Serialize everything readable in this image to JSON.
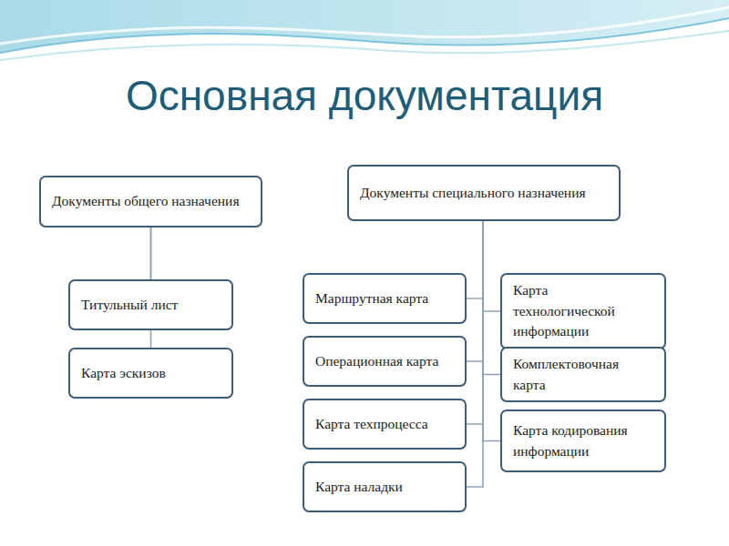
{
  "diagram": {
    "title": "Основная документация",
    "nodes": [
      {
        "text": [
          "Документы общего назначения"
        ]
      },
      {
        "text": [
          "Титульный лист"
        ]
      },
      {
        "text": [
          "Карта эскизов"
        ]
      },
      {
        "text": [
          "Документы специального назначения"
        ]
      },
      {
        "text": [
          "Маршрутная карта"
        ]
      },
      {
        "text": [
          "Операционная карта"
        ]
      },
      {
        "text": [
          "Карта техпроцесса"
        ]
      },
      {
        "text": [
          "Карта наладки"
        ]
      },
      {
        "text": [
          "Карта технологической информации"
        ]
      },
      {
        "text": [
          "Комплектовочная карта"
        ]
      },
      {
        "text": [
          "Карта кодирования информации"
        ]
      }
    ],
    "edges": [
      {
        "from": 0,
        "to": 1,
        "arrow": "none"
      },
      {
        "from": 0,
        "to": 2,
        "arrow": "none"
      },
      {
        "from": 3,
        "to": 4,
        "arrow": "none"
      },
      {
        "from": 3,
        "to": 5,
        "arrow": "none"
      },
      {
        "from": 3,
        "to": 6,
        "arrow": "none"
      },
      {
        "from": 3,
        "to": 7,
        "arrow": "none"
      },
      {
        "from": 3,
        "to": 8,
        "arrow": "none"
      },
      {
        "from": 3,
        "to": 9,
        "arrow": "none"
      },
      {
        "from": 3,
        "to": 10,
        "arrow": "none"
      }
    ]
  }
}
